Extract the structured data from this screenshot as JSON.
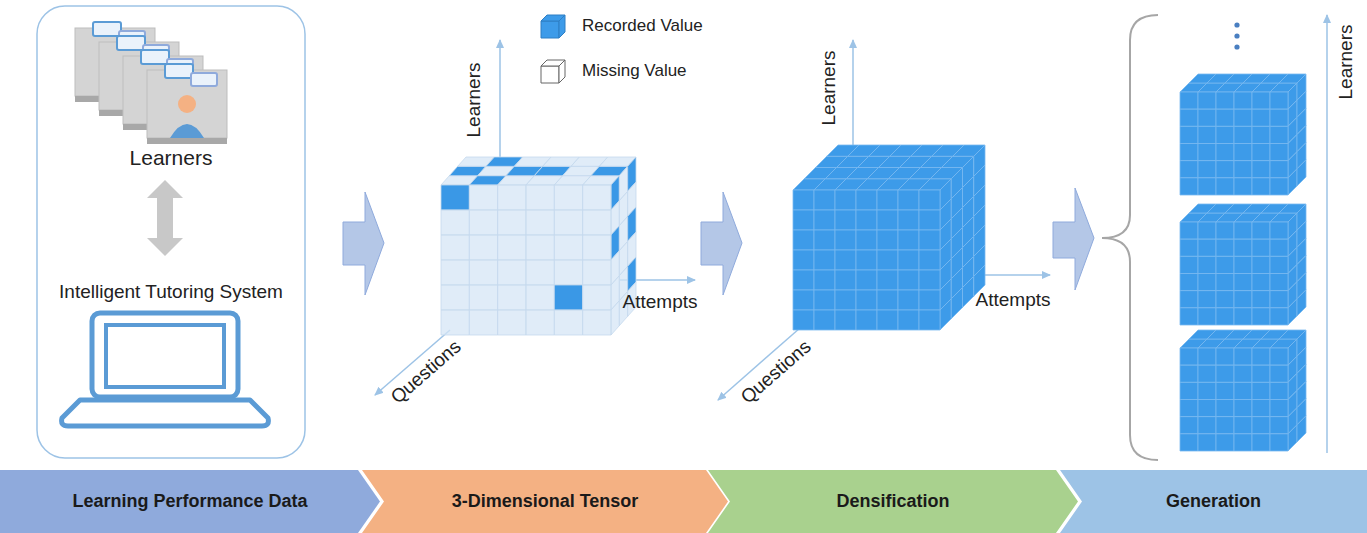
{
  "diagram": {
    "nodes": [
      {
        "text": [
          "Learners",
          "Intelligent Tutoring System"
        ]
      },
      {
        "text": [
          "Learning Performance Data"
        ]
      },
      {
        "text": [
          "3-Dimensional Tensor"
        ]
      },
      {
        "text": [
          "Densification"
        ]
      },
      {
        "text": [
          "Generation"
        ]
      }
    ],
    "labels": [
      "Learners",
      "Questions",
      "Attempts",
      "Learners",
      "Questions",
      "Attempts",
      "Learners"
    ],
    "legend": [
      {
        "text": "Recorded Value",
        "color": "#3d9be9"
      },
      {
        "text": "Missing Value",
        "color": "#ffffff"
      }
    ]
  }
}
